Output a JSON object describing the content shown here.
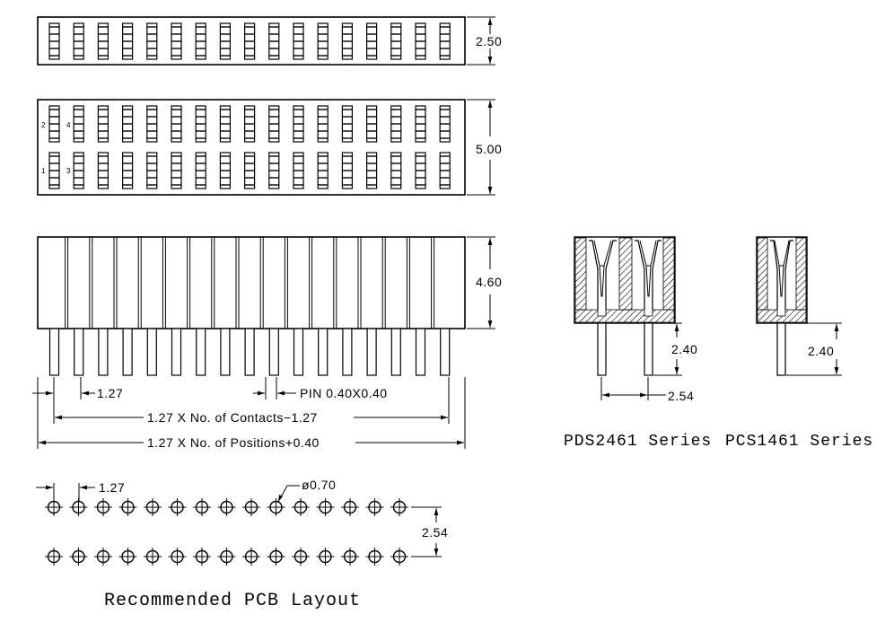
{
  "dimensions": {
    "top_height": "2.50",
    "dual_row_height": "5.00",
    "body_height": "4.60",
    "pitch": "1.27",
    "pin_size": "PIN 0.40X0.40",
    "contacts_formula": "1.27 X No. of Contacts−1.27",
    "positions_formula": "1.27 X No. of Positions+0.40",
    "pcb_pitch": "1.27",
    "hole_diameter": "ø0.70",
    "row_spacing": "2.54",
    "pds_tail_length": "2.40",
    "pds_pitch": "2.54",
    "pcs_tail_length": "2.40"
  },
  "pin_labels": {
    "top_left": "2",
    "top_right": "4",
    "bottom_left": "1",
    "bottom_right": "3"
  },
  "titles": {
    "pcb_layout": "Recommended PCB Layout",
    "pds_series": "PDS2461 Series",
    "pcs_series": "PCS1461 Series"
  },
  "counts": {
    "positions": 17,
    "pcb_holes_per_row": 15
  }
}
